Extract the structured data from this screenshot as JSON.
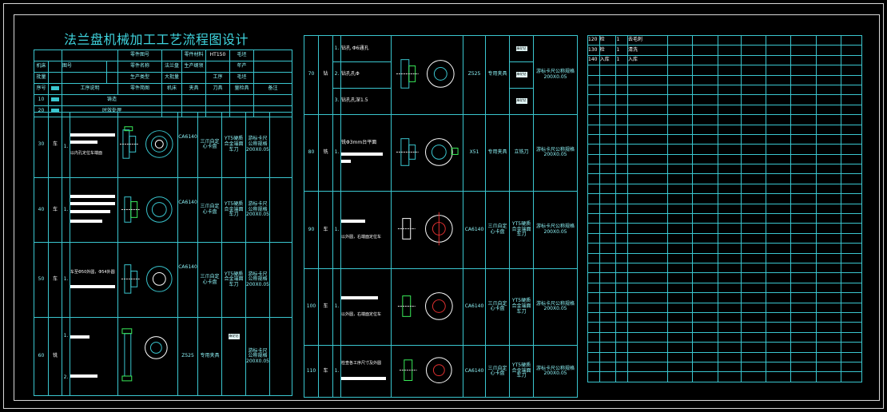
{
  "title": "法兰盘机械加工工艺流程图设计",
  "left_header": {
    "r1": [
      "",
      "",
      "零件图号",
      "",
      "零件材料",
      "HT150",
      "毛坯",
      ""
    ],
    "r2": [
      "机床",
      "",
      "图号",
      "",
      "零件名称",
      "法兰盘",
      "生产纲领",
      "",
      "年产"
    ],
    "r3": [
      "批量",
      "",
      "生产类型",
      "",
      "大批量",
      "",
      "工序",
      "",
      "毛坯"
    ],
    "cols": [
      "序号",
      "",
      "工序说明",
      "",
      "零件简图",
      "机床",
      "夹具",
      "刀具",
      "量检具",
      "备注"
    ]
  },
  "left_rows": [
    {
      "no": "10",
      "name": "铸造"
    },
    {
      "no": "20",
      "name": "时效处理"
    },
    {
      "no": "30",
      "op": "车",
      "step": "1.",
      "note": "以内孔定位车端面",
      "machine": "CA6140",
      "fixture": "三爪自定心卡盘",
      "tool": "YT5硬质合金端面车刀",
      "gauge": "游标卡尺公称规格200X0.05"
    },
    {
      "no": "40",
      "op": "车",
      "step": "1.",
      "machine": "CA6140",
      "fixture": "三爪自定心卡盘",
      "tool": "YT5硬质合金端面车刀",
      "gauge": "游标卡尺公称规格200X0.05"
    },
    {
      "no": "50",
      "op": "车",
      "step": "1.",
      "note": "车至Φ50外圆，Φ54外圆",
      "machine": "CA6140",
      "fixture": "三爪自定心卡盘",
      "tool": "YT5硬质合金端面车刀",
      "gauge": "游标卡尺公称规格200X0.05"
    },
    {
      "no": "60",
      "op": "铣",
      "step": "1.",
      "step2": "2.",
      "machine": "Z525",
      "fixture": "专用夹具",
      "tool": "麻花钻",
      "gauge": "游标卡尺公称规格200X0.05"
    }
  ],
  "mid_rows": [
    {
      "no": "70",
      "op": "钻",
      "steps": [
        "1.",
        "2.",
        "3."
      ],
      "texts": [
        "钻孔 Φ6通孔",
        "钻孔孔Φ",
        "钻孔孔深1.5"
      ],
      "machine": "Z525",
      "fixture": "专用夹具",
      "tool": "麻花钻",
      "gauge": "游标卡尺公称规格200X0.05"
    },
    {
      "no": "80",
      "op": "铣",
      "step": "1.",
      "text": "铣Φ3mm台平面",
      "machine": "X51",
      "fixture": "专用夹具",
      "tool": "立铣刀",
      "gauge": "游标卡尺公称规格200X0.05"
    },
    {
      "no": "90",
      "op": "车",
      "step": "1.",
      "text": "以外圆，右端面定位车",
      "machine": "CA6140",
      "fixture": "三爪自定心卡盘",
      "tool": "YT5硬质合金端面车刀",
      "gauge": "游标卡尺公称规格200X0.05"
    },
    {
      "no": "100",
      "op": "车",
      "step": "1.",
      "text": "以外圆，右端面定位车",
      "machine": "CA6140",
      "fixture": "三爪自定心卡盘",
      "tool": "YT5硬质合金端面车刀",
      "gauge": "游标卡尺公称规格200X0.05"
    },
    {
      "no": "110",
      "op": "车",
      "step": "1.",
      "text": "检查各工序尺寸及外圆",
      "machine": "CA6140",
      "fixture": "三爪自定心卡盘",
      "tool": "YT5硬质合金端面车刀",
      "gauge": "游标卡尺公称规格200X0.05"
    }
  ],
  "right_rows": [
    {
      "no": "120",
      "op": "检",
      "step": "1",
      "text": "去毛刺"
    },
    {
      "no": "130",
      "op": "检",
      "step": "1",
      "text": "清洗"
    },
    {
      "no": "140",
      "op": "入库",
      "step": "1",
      "text": "入库"
    }
  ]
}
